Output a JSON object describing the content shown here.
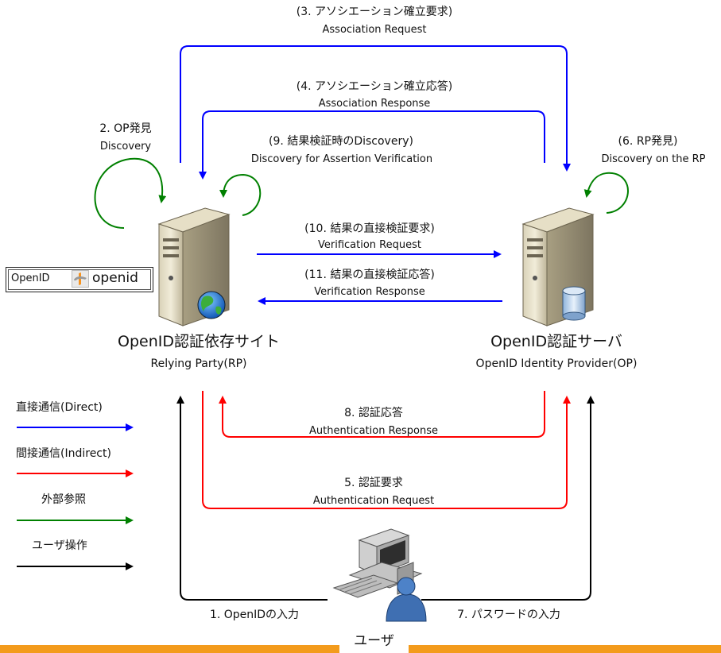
{
  "labels": {
    "assoc_req_ja": "(3. アソシエーション確立要求)",
    "assoc_req_en": "Association Request",
    "assoc_res_ja": "(4. アソシエーション確立応答)",
    "assoc_res_en": "Association Response",
    "op_discovery_ja": "2. OP発見",
    "op_discovery_en": "Discovery",
    "verif_discovery_ja": "(9. 結果検証時のDiscovery)",
    "verif_discovery_en": "Discovery for Assertion Verification",
    "rp_discovery_ja": "(6. RP発見)",
    "rp_discovery_en": "Discovery on the RP",
    "verif_req_ja": "(10. 結果の直接検証要求)",
    "verif_req_en": "Verification Request",
    "verif_res_ja": "(11. 結果の直接検証応答)",
    "verif_res_en": "Verification Response",
    "auth_res_ja": "8. 認証応答",
    "auth_res_en": "Authentication Response",
    "auth_req_ja": "5. 認証要求",
    "auth_req_en": "Authentication Request",
    "input_openid": "1. OpenIDの入力",
    "input_password": "7. パスワードの入力"
  },
  "nodes": {
    "rp_title": "OpenID認証依存サイト",
    "rp_subtitle": "Relying Party(RP)",
    "op_title": "OpenID認証サーバ",
    "op_subtitle": "OpenID Identity Provider(OP)",
    "user": "ユーザ"
  },
  "badge": {
    "left_text": "OpenID",
    "right_text": "openid"
  },
  "legend": [
    {
      "label": "直接通信(Direct)",
      "color": "#0000ff"
    },
    {
      "label": "間接通信(Indirect)",
      "color": "#ff0000"
    },
    {
      "label": "外部参照",
      "color": "#008000"
    },
    {
      "label": "ユーザ操作",
      "color": "#000000"
    }
  ],
  "colors": {
    "direct": "#0000ff",
    "indirect": "#ff0000",
    "external": "#008000",
    "user": "#000000",
    "bottom_bar": "#f39b1c"
  }
}
